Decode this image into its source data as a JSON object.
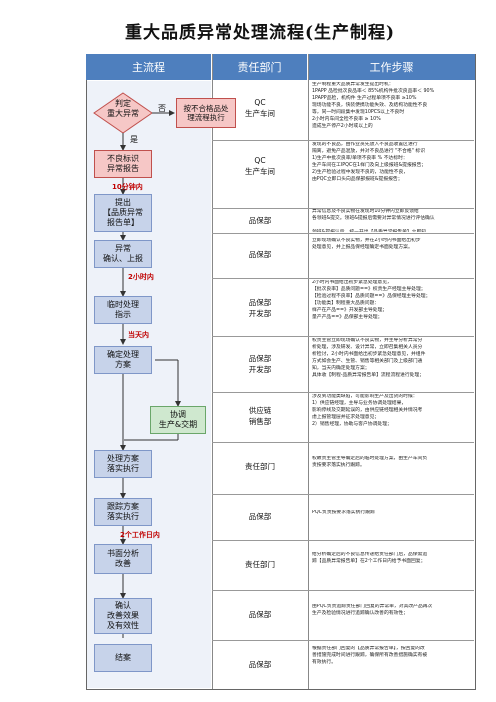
{
  "title": "重大品质异常处理流程(生产制程)",
  "headers": {
    "main_flow": "主流程",
    "dept": "责任部门",
    "steps": "工作步骤"
  },
  "flow": {
    "judge": "判定\n重大异常",
    "no": "否",
    "yes": "是",
    "normal": "按不合格品处\n理流程执行",
    "mark": "不良标识\n异常报告",
    "time_10min": "10分钟内",
    "report": "提出\n【品质异常\n报告单】",
    "confirm": "异常\n确认、上报",
    "time_2h": "2小时内",
    "temp": "临时处理\n指示",
    "same_day": "当天内",
    "plan": "确定处理\n方案",
    "coordinate": "协调\n生产&交期",
    "execute": "处理方案\n落实执行",
    "track": "跟踪方案\n落实执行",
    "time_2d": "2个工作日内",
    "analysis": "书面分析\n改善",
    "verify": "确认\n改善效果\n及有效性",
    "close": "结案"
  },
  "rows": [
    {
      "dept": "QC\n生产车间",
      "step": "生产制程重大品质异常发生提出时机：\n1PAPP 品检批次良品率＜ 85%机构件批次良品率＜ 90%\n1PAPP品检，机构件 生产过程单项不良率 ≥10%\n现场功能不良，快装便携功能失效、及结构功能性不良\n等，同一时间段集中发现10PCS以上不良时\n2小时内车间全检不良率 ≥ 10%\n造成生产停产2小时或以上的"
    },
    {
      "dept": "QC\n生产车间",
      "step": "发现的不良品，由作业员先放入不良品收置区进行\n隔离，避免产品混放，并对不良品进行 \"不合格\" 标识\n1)生产中批次良率/单项不良率 % 不达标时：\n生产车间在工IPQC在1样门及向上级报班&提报报告；\n2)生产检验过程中发现不良的，功能性不良，\n由PQC立即口头向品保部报班&提报报告；"
    },
    {
      "dept": "品保部",
      "step": "异常信息及不良实物在发现时10分钟内立即反馈给\n各领班&提交。领班&提报后需要对异常情况进行评估确认\n\n领班&提报认后，统一开出【品质异常报告单】立即知\n会相关权责人员主导处理"
    },
    {
      "dept": "品保部",
      "step": "立即现场确认不良实物，并在2小时内书面给出初步\n处理意见，并上报品保经理确定书面处理方案。"
    },
    {
      "dept": "品保部\n开发部",
      "step": "2小时内书面给出初步紧急处理意见，\n【批次良率】品质问题==》权责生产经理主导处理；\n【检验过程不良率】品质问题==》品保经理主导处理；\n【功能类】制程重大品质问题：\n  样产在产品==》开发部主导处理；\n  量产产品==》品保部主导处理；"
    },
    {
      "dept": "品保部\n开发部",
      "step": "权责主管立即现场确认不良实物，并主导分析异常分\n析处理，涉及研发、设计异常，立即召集相关人员分\n析检讨，2小时内书面给出初步紧急处理意见，并组件\n方式如会生产、生管、销售等相关部门及上级部门通\n知，当天内确定处理方案；\n具体收【制程-品质异常报告单】流程流程进行处理；"
    },
    {
      "dept": "供应链\n销售部",
      "step": "涉及到功能类缺陷，可能影响生产及出货的时候：\n1）供应链经理，主导与业务协调处理结果，\n影响停线及交期延误的，由供应链经理相关并情况考\n虑上报管理层并征求处理意见；\n2）销售经理，协助与客户协调处理；"
    },
    {
      "dept": "责任部门",
      "step": "权故责主管主导确定后的临时处理方案，由生产车间负\n责按要求落实执行跟踪。"
    },
    {
      "dept": "品保部",
      "step": "PQC负责按要求落实执行跟踪"
    },
    {
      "dept": "责任部门",
      "step": "给分析确定后的不良信息传递给责任部门后，品保需追\n踪【品质异常报告单】在2个工作日内给予书面回复；"
    },
    {
      "dept": "品保部",
      "step": "由PQC负责追踪责任部门回复的异常单，对其改产品再次\n生产及检验情况进行追踪确认改善的有效性；"
    },
    {
      "dept": "品保部",
      "step": "根据责任部门回复的【品质异常报告单】，按回复的改\n善措施完成时间进行跟踪，确保所有改善措施确实有被\n有效执行。"
    }
  ]
}
